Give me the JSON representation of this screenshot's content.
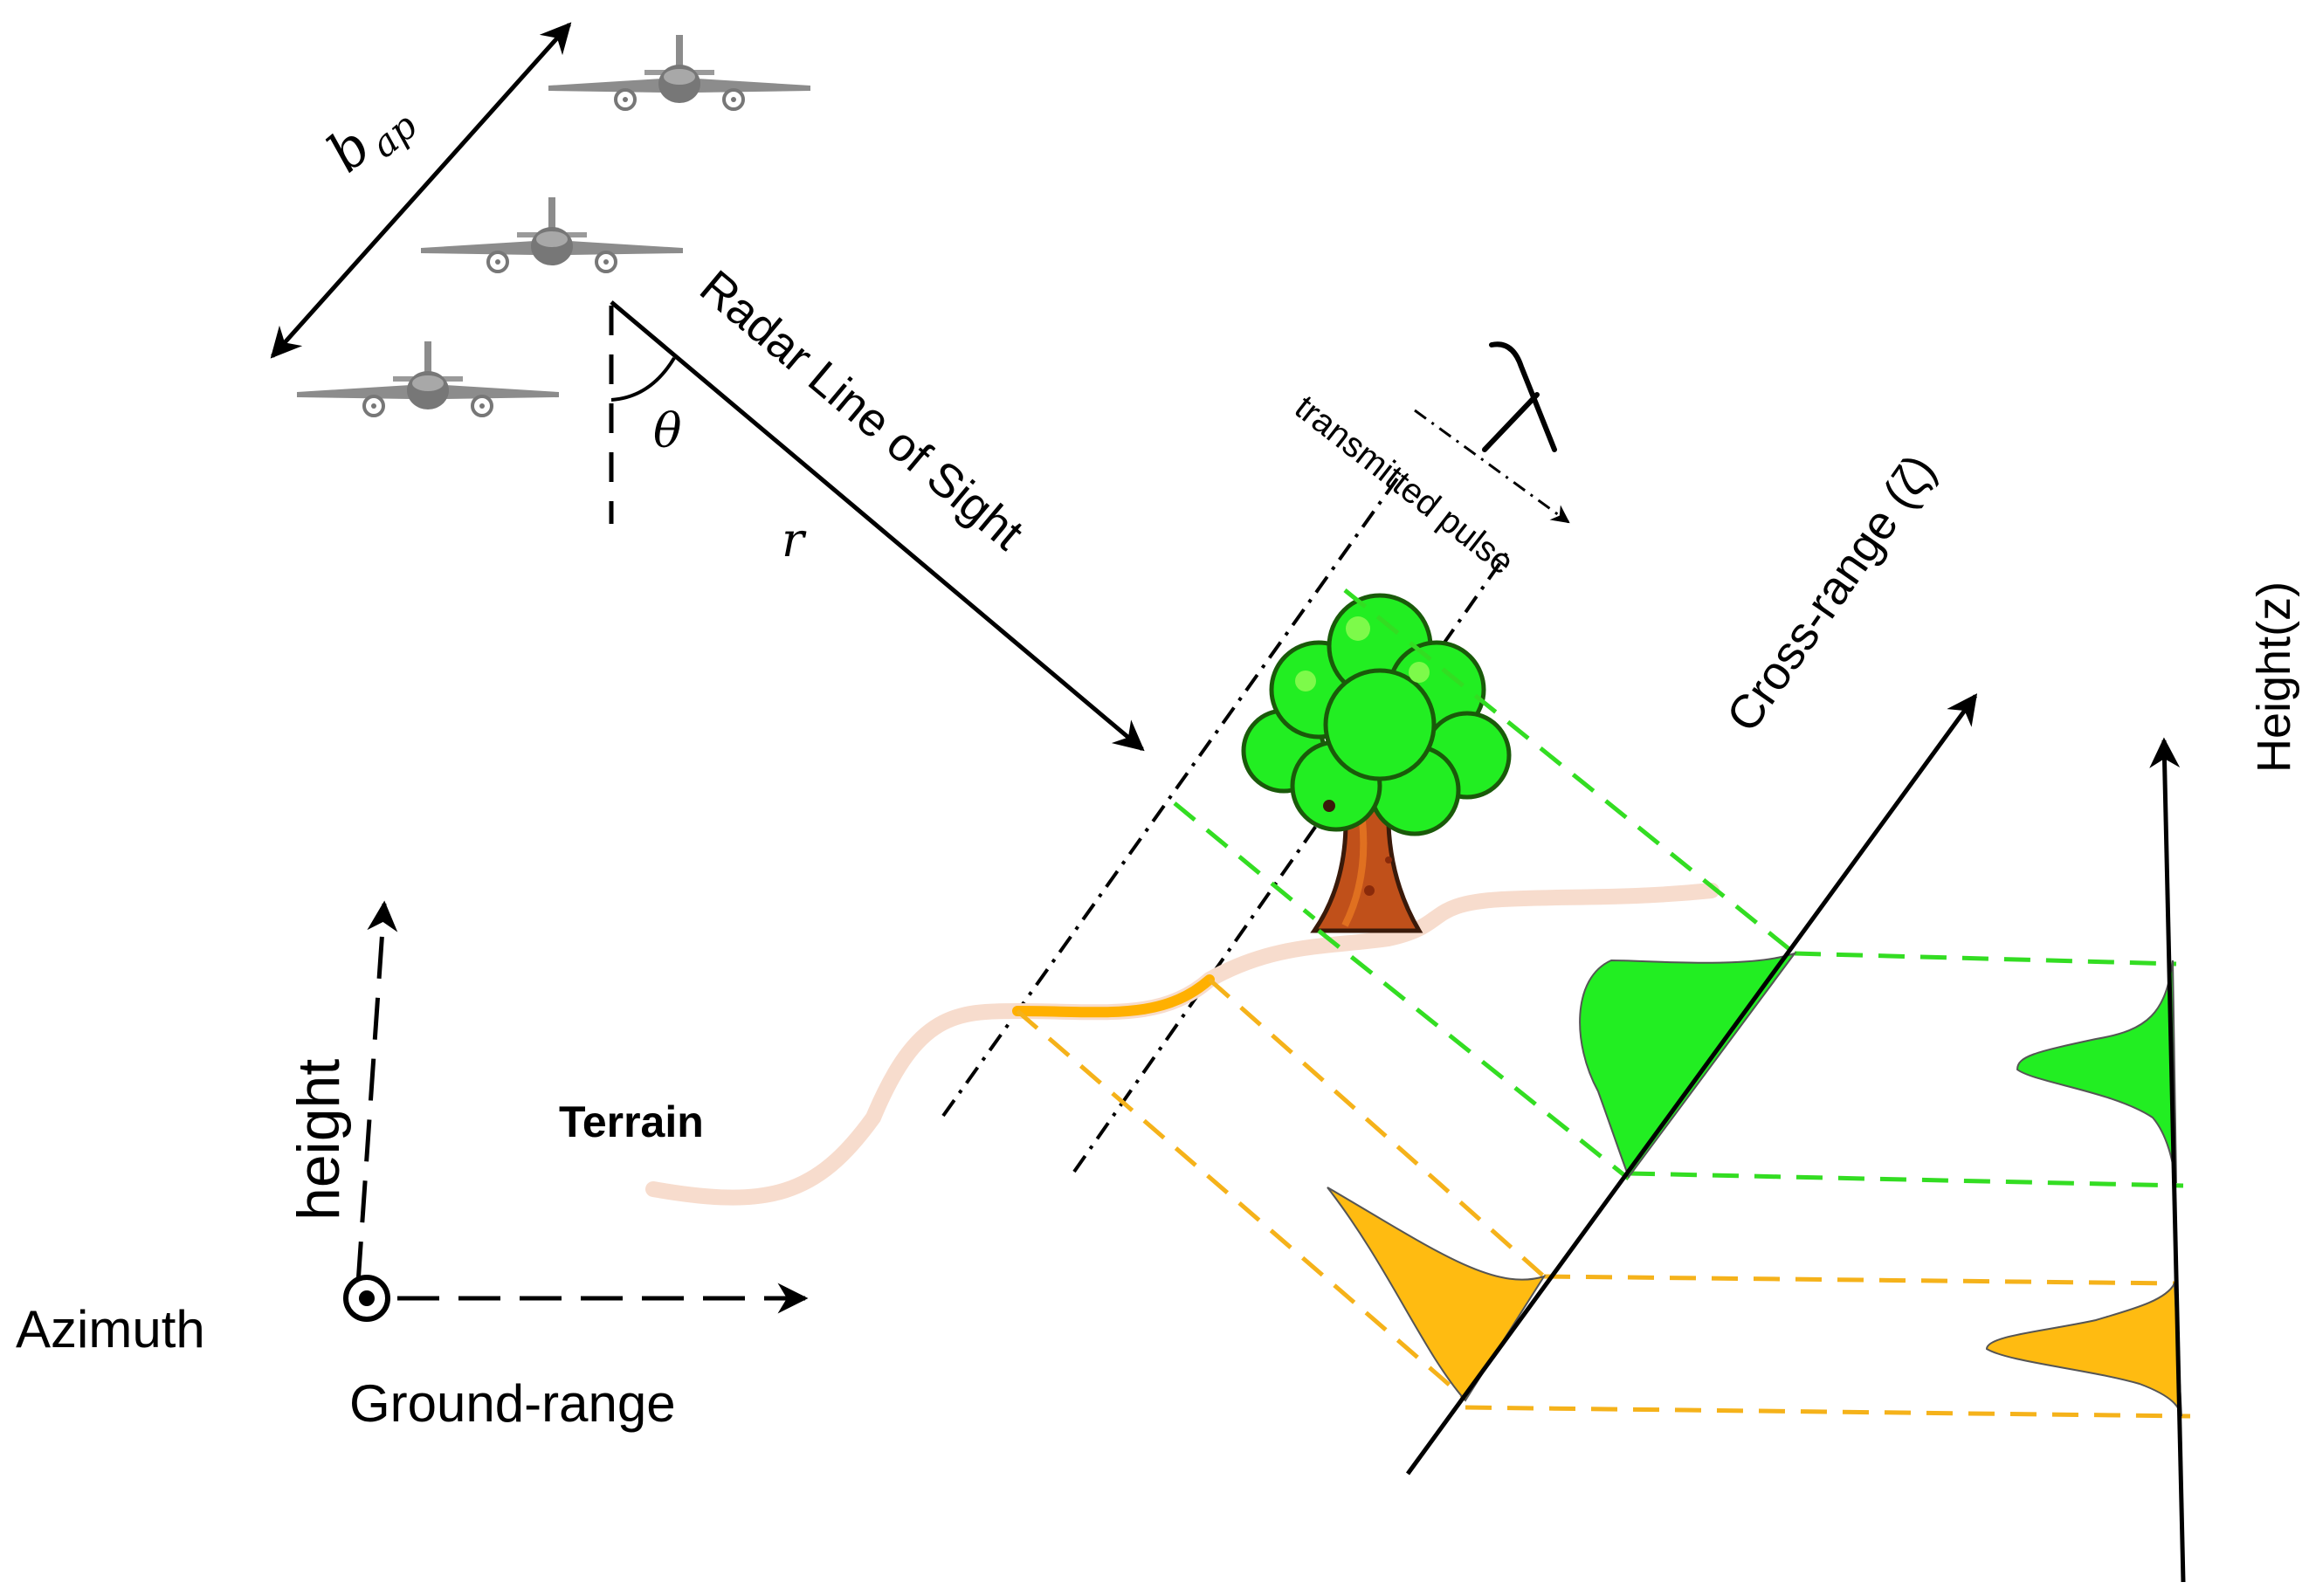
{
  "labels": {
    "b_ap_main": "b",
    "b_ap_sub": "ap",
    "theta": "θ",
    "range": "r",
    "radar_los": "Radar Line of Sight",
    "lambda": "λ",
    "transmitted_pulse": "transmitted pulse",
    "cross_range": "Cross-range (ζ)",
    "height_z": "Height(z)",
    "height_axis": "height",
    "terrain": "Terrain",
    "azimuth": "Azimuth",
    "ground_range": "Ground-range"
  },
  "colors": {
    "canopy_green": "#22ee22",
    "canopy_dash": "#33dd22",
    "ground_orange": "#ffbb11",
    "ground_dash": "#f5b21a",
    "terrain": "#f7dccd",
    "terrain_highlight": "#ffb000",
    "trunk": "#c0501a",
    "aircraft": "#8a8a8a"
  },
  "icons": [
    "aircraft-icon",
    "tree-icon",
    "azimuth-out-of-page-icon"
  ]
}
